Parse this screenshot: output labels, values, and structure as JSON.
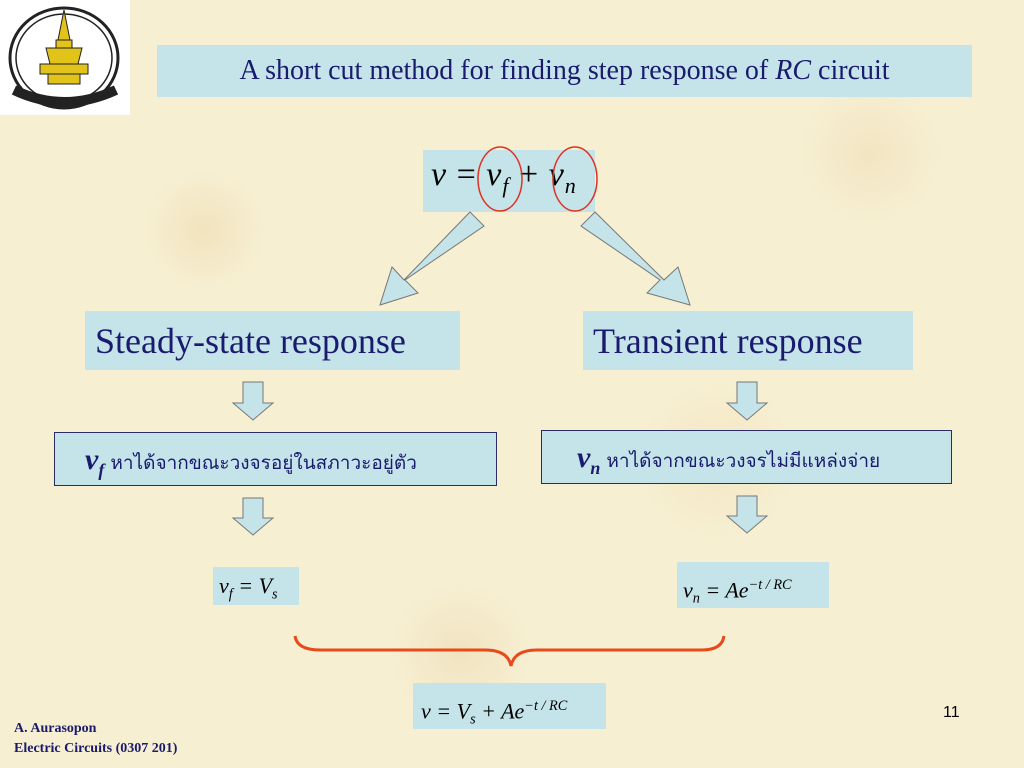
{
  "title": {
    "text_before": "A short cut method for finding step response of ",
    "italic": "RC",
    "text_after": " circuit"
  },
  "main_equation": {
    "lhs": "v",
    "eq": " = ",
    "t1": "v",
    "t1_sub": "f",
    "plus": " + ",
    "t2": "v",
    "t2_sub": "n"
  },
  "left_branch": {
    "heading": "Steady-state response",
    "var": "v",
    "var_sub": "f",
    "thai_text": "หาได้จากขณะวงจรอยู่ในสภาวะอยู่ตัว",
    "eq_lhs": "v",
    "eq_lhs_sub": "f",
    "eq_rhs": " = V",
    "eq_rhs_sub": "s"
  },
  "right_branch": {
    "heading": "Transient response",
    "var": "v",
    "var_sub": "n",
    "thai_text": "หาได้จากขณะวงจรไม่มีแหล่งจ่าย",
    "eq_lhs": "v",
    "eq_lhs_sub": "n",
    "eq_rhs": " = Ae",
    "eq_rhs_sup": "−t / RC"
  },
  "result_equation": {
    "lhs": "v = V",
    "sub": "s",
    "mid": " + Ae",
    "sup": "−t / RC"
  },
  "footer": {
    "author": "A. Aurasopon",
    "course": "Electric Circuits (0307 201)"
  },
  "page_number": "11",
  "colors": {
    "box_fill": "#c5e4ea",
    "arrow_fill": "#c5e4ea",
    "highlight_circle": "#e03020",
    "brace": "#e84a1c",
    "text": "#1a1a6e"
  },
  "icons": {
    "logo": "university-emblem-icon"
  }
}
